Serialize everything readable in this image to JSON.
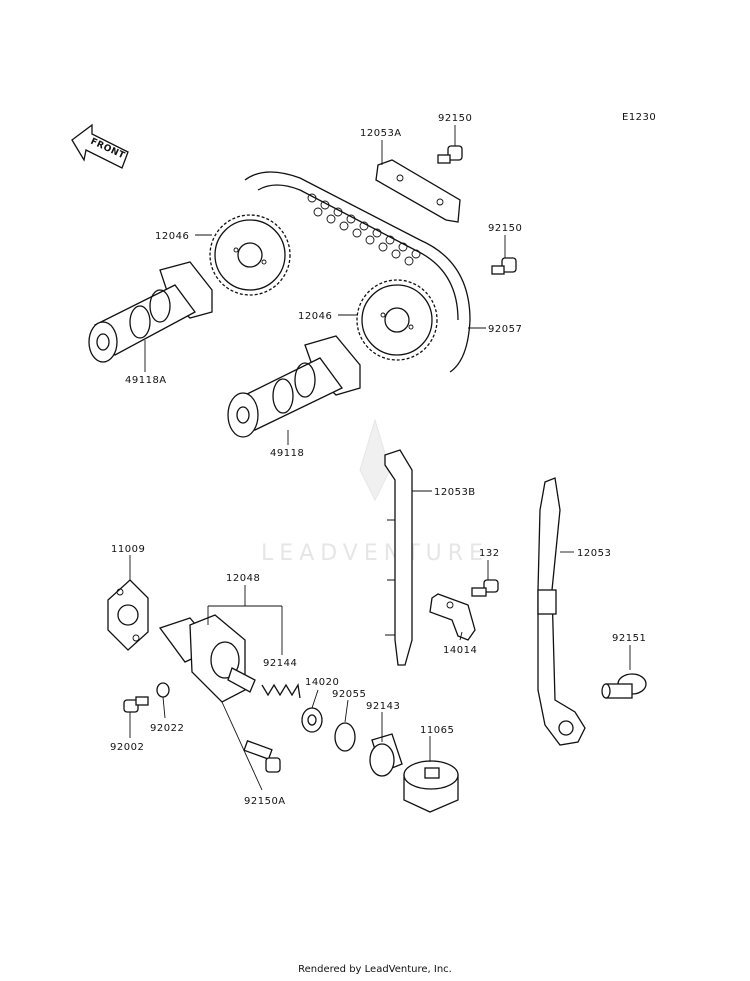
{
  "diagram_code": "E1230",
  "front_label": "FRONT",
  "watermark": "LEADVENTURE",
  "footer": "Rendered by LeadVenture, Inc.",
  "callouts": {
    "c92150_top": "92150",
    "c12053A": "12053A",
    "c12046_upper": "12046",
    "c92150_right": "92150",
    "c12046_lower": "12046",
    "c92057": "92057",
    "c49118A": "49118A",
    "c49118": "49118",
    "c12053B": "12053B",
    "c12053": "12053",
    "c132": "132",
    "c14014": "14014",
    "c92151": "92151",
    "c11009": "11009",
    "c12048": "12048",
    "c92144": "92144",
    "c14020": "14020",
    "c92055": "92055",
    "c92143": "92143",
    "c11065": "11065",
    "c92022": "92022",
    "c92002": "92002",
    "c92150A": "92150A"
  }
}
